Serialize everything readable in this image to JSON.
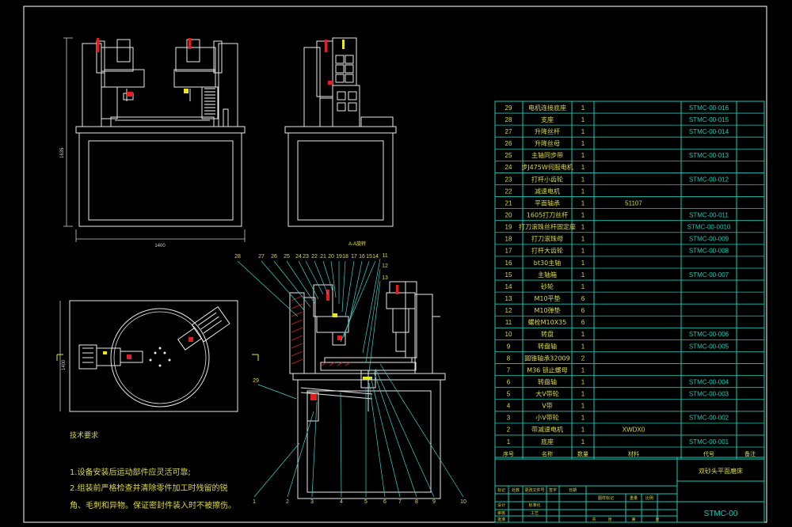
{
  "colors": {
    "background": "#000000",
    "frame": "#ffffff",
    "table": "#1ec8b4",
    "text_yellow": "#d8d84a",
    "dim": "#c8c8c8",
    "machine": "#e8e8e8",
    "leader": "#40d0c8",
    "red": "#e02020",
    "accent_yellow": "#e8e820"
  },
  "dimensions": {
    "front_width": "1400",
    "front_height": "1635",
    "top_height": "1400"
  },
  "section_label": "A-A旋转",
  "technical_requirements": {
    "title": "技术要求",
    "items": [
      "1.设备安装后运动部件应灵活可靠;",
      "2.组装前严格检查并清除零件加工时残留的锐",
      "角、毛刺和异物。保证密封件装入时不被擦伤。"
    ]
  },
  "callouts": {
    "top_row": [
      "28",
      "27",
      "26",
      "25",
      "24",
      "23",
      "22",
      "21",
      "20",
      "19",
      "18",
      "17",
      "16",
      "15",
      "14"
    ],
    "right_side": [
      "11",
      "12",
      "13"
    ],
    "left_side": [
      "29"
    ],
    "bottom_row": [
      "1",
      "2",
      "3",
      "4",
      "5",
      "6",
      "7",
      "8",
      "9",
      "10"
    ]
  },
  "bom": {
    "rows": [
      {
        "no": "29",
        "name": "电机连接底座",
        "qty": "1",
        "material": "",
        "code": "STMC-00-016"
      },
      {
        "no": "28",
        "name": "支座",
        "qty": "1",
        "material": "",
        "code": "STMC-00-015"
      },
      {
        "no": "27",
        "name": "升降丝杆",
        "qty": "1",
        "material": "",
        "code": "STMC-00-014"
      },
      {
        "no": "26",
        "name": "升降丝母",
        "qty": "1",
        "material": "",
        "code": ""
      },
      {
        "no": "25",
        "name": "主轴同步带",
        "qty": "1",
        "material": "",
        "code": "STMC-00-013"
      },
      {
        "no": "24",
        "name": "步J475W伺服电机",
        "qty": "1",
        "material": "",
        "code": ""
      },
      {
        "no": "23",
        "name": "打杆小齿轮",
        "qty": "1",
        "material": "",
        "code": "STMC-00-012"
      },
      {
        "no": "22",
        "name": "减速电机",
        "qty": "1",
        "material": "",
        "code": ""
      },
      {
        "no": "21",
        "name": "平面轴承",
        "qty": "1",
        "material": "51107",
        "code": ""
      },
      {
        "no": "20",
        "name": "1605打刀丝杆",
        "qty": "1",
        "material": "",
        "code": "STMC-00-011"
      },
      {
        "no": "19",
        "name": "打刀滚珠丝杆固定座",
        "qty": "1",
        "material": "",
        "code": "STMC-00-0010"
      },
      {
        "no": "18",
        "name": "打刀滚珠母",
        "qty": "1",
        "material": "",
        "code": "STMC-00-009"
      },
      {
        "no": "17",
        "name": "打杆大齿轮",
        "qty": "1",
        "material": "",
        "code": "STMC-00-008"
      },
      {
        "no": "16",
        "name": "bt30主轴",
        "qty": "1",
        "material": "",
        "code": ""
      },
      {
        "no": "15",
        "name": "主轴箱",
        "qty": "1",
        "material": "",
        "code": "STMC-00-007"
      },
      {
        "no": "14",
        "name": "砂轮",
        "qty": "1",
        "material": "",
        "code": ""
      },
      {
        "no": "13",
        "name": "M10平垫",
        "qty": "6",
        "material": "",
        "code": ""
      },
      {
        "no": "12",
        "name": "M10弹垫",
        "qty": "6",
        "material": "",
        "code": ""
      },
      {
        "no": "11",
        "name": "螺栓M10X35",
        "qty": "6",
        "material": "",
        "code": ""
      },
      {
        "no": "10",
        "name": "转盘",
        "qty": "1",
        "material": "",
        "code": "STMC-00-006"
      },
      {
        "no": "9",
        "name": "转盘轴",
        "qty": "1",
        "material": "",
        "code": "STMC-00-005"
      },
      {
        "no": "8",
        "name": "圆锥轴承32009",
        "qty": "2",
        "material": "",
        "code": ""
      },
      {
        "no": "7",
        "name": "M36 锁止螺母",
        "qty": "1",
        "material": "",
        "code": ""
      },
      {
        "no": "6",
        "name": "转盘轴",
        "qty": "1",
        "material": "",
        "code": "STMC-00-004"
      },
      {
        "no": "5",
        "name": "大V带轮",
        "qty": "1",
        "material": "",
        "code": "STMC-00-003"
      },
      {
        "no": "4",
        "name": "V带",
        "qty": "1",
        "material": "",
        "code": ""
      },
      {
        "no": "3",
        "name": "小V带轮",
        "qty": "1",
        "material": "",
        "code": "STMC-00-002"
      },
      {
        "no": "2",
        "name": "带减速电机",
        "qty": "1",
        "material": "XWDX0",
        "code": ""
      },
      {
        "no": "1",
        "name": "底座",
        "qty": "1",
        "material": "",
        "code": "STMC-00-001"
      }
    ],
    "header": {
      "no": "序号",
      "name": "名称",
      "qty": "数量",
      "material": "材料",
      "code": "代号",
      "remark": "备注"
    }
  },
  "title_block": {
    "drawing_title": "双砂头平面磨床",
    "drawing_code": "STMC-00",
    "row_labels": [
      "标记",
      "处数",
      "更改文件号",
      "签字",
      "日期"
    ],
    "design_labels": [
      "设计",
      "标准化",
      "图样标记",
      "重量",
      "比例"
    ],
    "check_labels": [
      "审核",
      "工艺",
      "批准",
      "共",
      "张",
      "第",
      "张"
    ]
  }
}
